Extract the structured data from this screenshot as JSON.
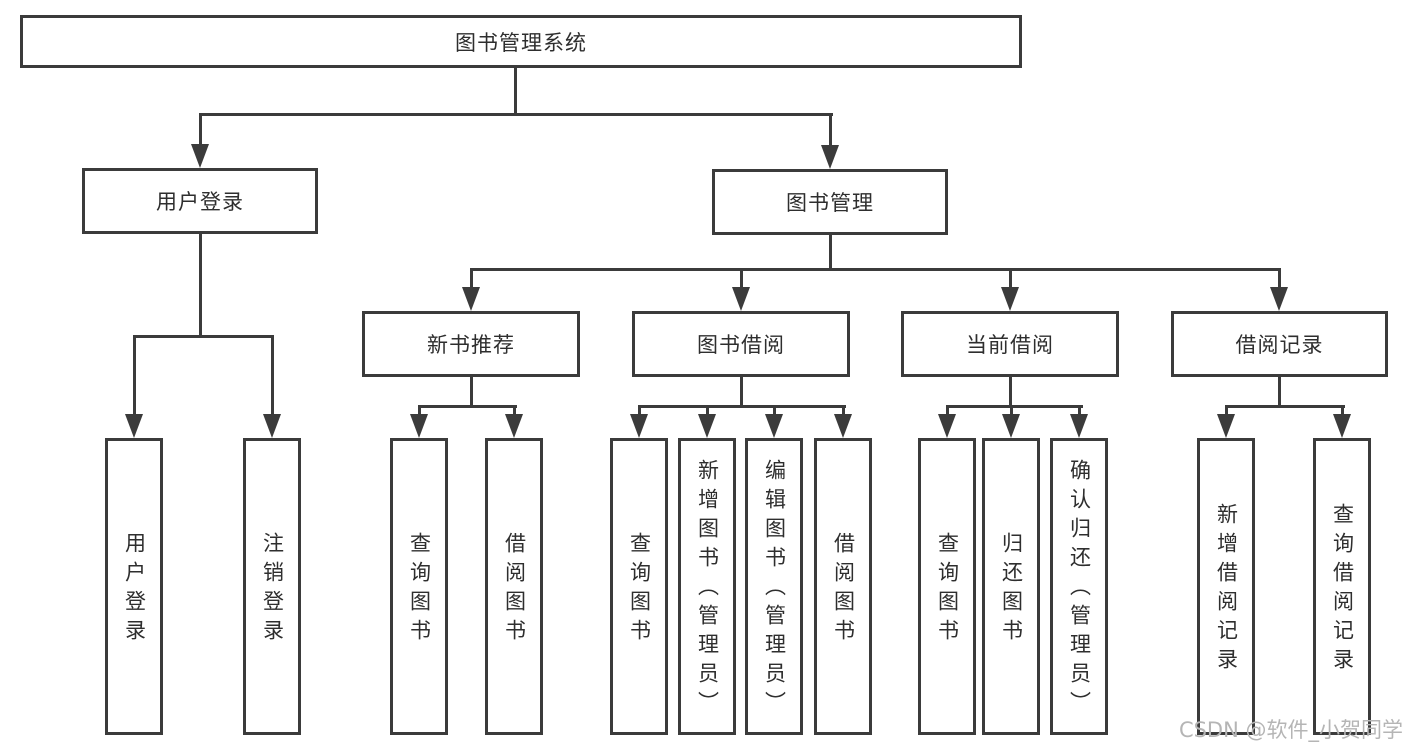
{
  "diagram": {
    "watermark": "CSDN @软件_小贺同学",
    "colors": {
      "line": "#3b3b3b",
      "text": "#2e2e2e",
      "watermark": "#b5b5b5",
      "background": "#ffffff"
    },
    "tree": {
      "root": "图书管理系统",
      "children": [
        {
          "label": "用户登录",
          "children": [
            {
              "label": "用户登录"
            },
            {
              "label": "注销登录"
            }
          ]
        },
        {
          "label": "图书管理",
          "children": [
            {
              "label": "新书推荐",
              "children": [
                {
                  "label": "查询图书"
                },
                {
                  "label": "借阅图书"
                }
              ]
            },
            {
              "label": "图书借阅",
              "children": [
                {
                  "label": "查询图书"
                },
                {
                  "label": "新增图书（管理员）"
                },
                {
                  "label": "编辑图书（管理员）"
                },
                {
                  "label": "借阅图书"
                }
              ]
            },
            {
              "label": "当前借阅",
              "children": [
                {
                  "label": "查询图书"
                },
                {
                  "label": "归还图书"
                },
                {
                  "label": "确认归还（管理员）"
                }
              ]
            },
            {
              "label": "借阅记录",
              "children": [
                {
                  "label": "新增借阅记录"
                },
                {
                  "label": "查询借阅记录"
                }
              ]
            }
          ]
        }
      ]
    }
  }
}
